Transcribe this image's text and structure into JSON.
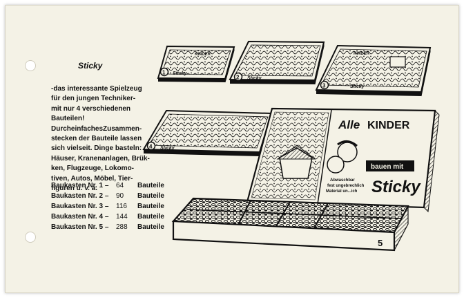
{
  "page": {
    "title": "Sticky",
    "description_lines": [
      "-das interessante Spielzeug",
      "für den jungen Techniker-",
      "mit nur 4 verschiedenen",
      "Bauteilen!",
      "DurcheinfachesZusammen-",
      "stecken der Bauteile lassen",
      "sich vielseit. Dinge basteln:",
      "Häuser, Kranenanlagen, Brük-",
      "ken, Flugzeuge, Lokomo-",
      "tiven, Autos, Möbel, Tier-",
      "figuren u. v. a."
    ],
    "parts_table": [
      {
        "name": "Baukasten Nr. 1 –",
        "count": "64",
        "unit": "Bauteile"
      },
      {
        "name": "Baukasten Nr. 2 –",
        "count": "90",
        "unit": "Bauteile"
      },
      {
        "name": "Baukasten Nr. 3 –",
        "count": "116",
        "unit": "Bauteile"
      },
      {
        "name": "Baukasten Nr. 4 –",
        "count": "144",
        "unit": "Bauteile"
      },
      {
        "name": "Baukasten Nr. 5 –",
        "count": "288",
        "unit": "Bauteile"
      }
    ]
  },
  "illustration": {
    "box_numbers": [
      "1",
      "2",
      "3",
      "4",
      "5"
    ],
    "box_brand": "Sticky",
    "small_box_header": "KINDER",
    "lid_headline_1": "Alle",
    "lid_headline_2": "KINDER",
    "lid_banner": "bauen mit",
    "lid_brand": "Sticky",
    "lid_caption_1": "Abwaschbar",
    "lid_caption_2": "fest ungebrechlich",
    "lid_caption_3": "Material un...ich"
  }
}
